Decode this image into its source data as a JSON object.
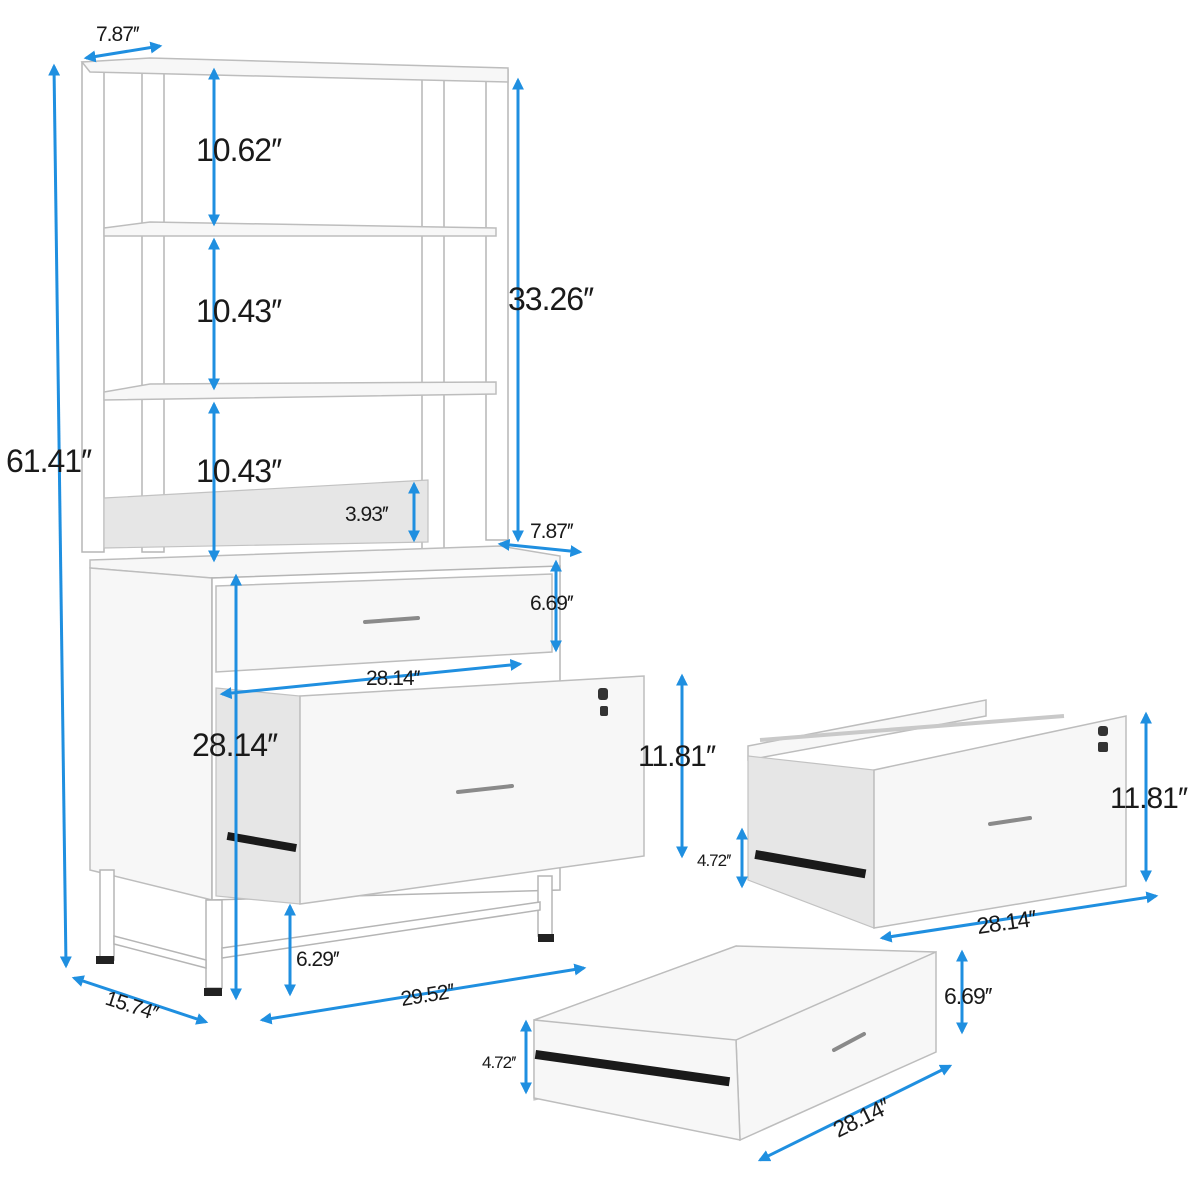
{
  "accent_color": "#1f8fe0",
  "dimensions": {
    "top_depth": "7.87′′",
    "shelf_1_height": "10.62′′",
    "shelf_2_height": "10.43′′",
    "shelf_3_height": "10.43′′",
    "hutch_height": "33.26′′",
    "total_height": "61.41′′",
    "backboard_height": "3.93′′",
    "mid_depth": "7.87′′",
    "top_drawer_height": "6.69′′",
    "inner_width": "28.14′′",
    "cabinet_height": "28.14′′",
    "file_drawer_height": "11.81′′",
    "leg_clearance": "6.29′′",
    "total_width": "29.52′′",
    "total_depth": "15.74′′",
    "file_drawer_inner_height": "4.72′′",
    "file_drawer_height_detail": "11.81′′",
    "file_drawer_width": "28.14′′",
    "small_drawer_height": "6.69′′",
    "small_drawer_inner_height": "4.72′′",
    "small_drawer_width": "28.14′′"
  }
}
